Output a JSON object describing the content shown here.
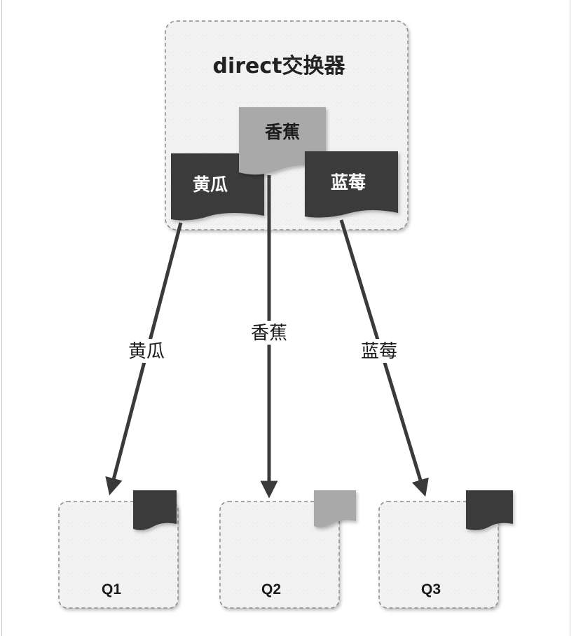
{
  "exchange": {
    "title": "direct交换器",
    "messages": [
      {
        "label": "黄瓜",
        "shade": "dark"
      },
      {
        "label": "香蕉",
        "shade": "light"
      },
      {
        "label": "蓝莓",
        "shade": "dark"
      }
    ]
  },
  "routes": [
    {
      "label": "黄瓜",
      "target": "Q1"
    },
    {
      "label": "香蕉",
      "target": "Q2"
    },
    {
      "label": "蓝莓",
      "target": "Q3"
    }
  ],
  "queues": [
    {
      "label": "Q1",
      "message_shade": "dark"
    },
    {
      "label": "Q2",
      "message_shade": "light"
    },
    {
      "label": "Q3",
      "message_shade": "dark"
    }
  ],
  "colors": {
    "dark_message": "#3a3a3a",
    "light_message": "#a9a9a9",
    "arrow": "#3a3a3a",
    "box_fill": "#f1f1f1",
    "box_border": "#8a8a8a"
  }
}
